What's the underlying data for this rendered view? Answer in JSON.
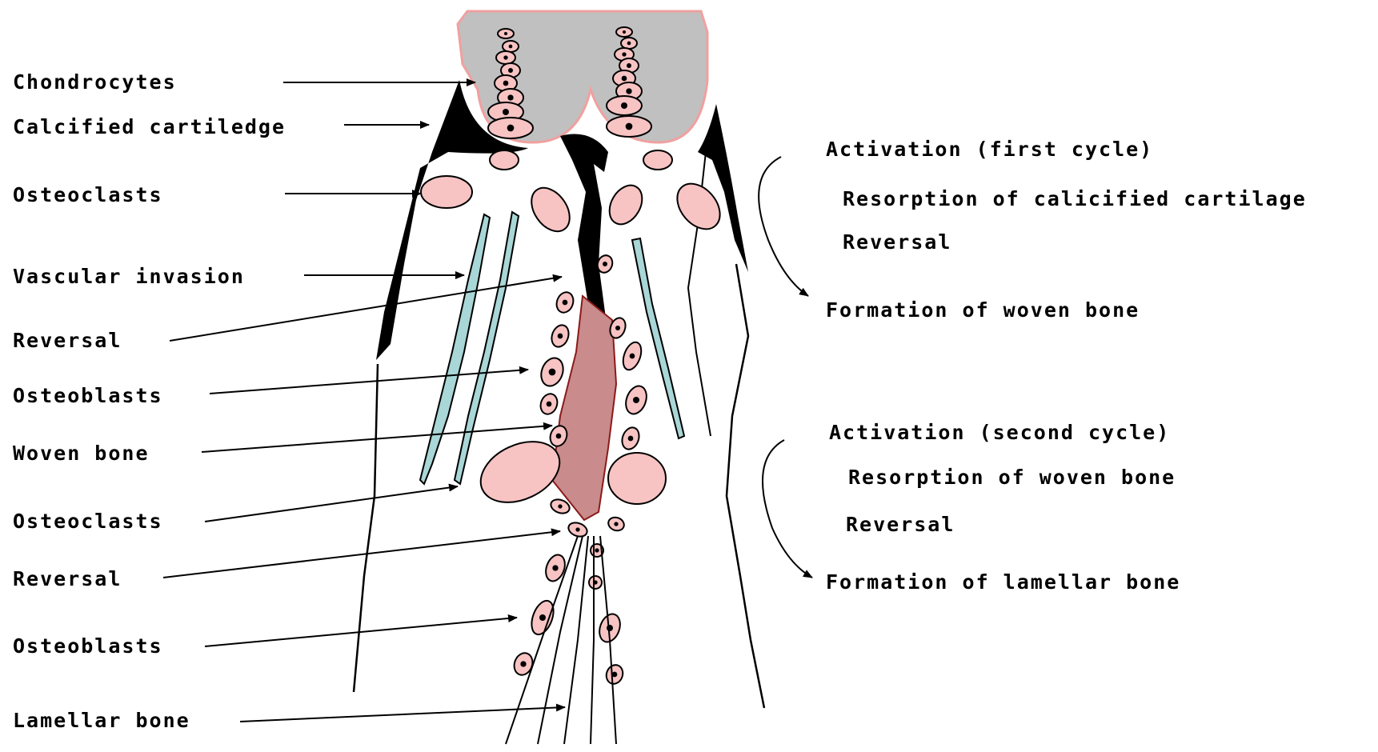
{
  "left_labels": {
    "chondrocytes": "Chondrocytes",
    "calcified_cartilage": "Calcified cartiledge",
    "osteoclasts_1": "Osteoclasts",
    "vascular_invasion": "Vascular invasion",
    "reversal_1": "Reversal",
    "osteoblasts_1": "Osteoblasts",
    "woven_bone": "Woven bone",
    "osteoclasts_2": "Osteoclasts",
    "reversal_2": "Reversal",
    "osteoblasts_2": "Osteoblasts",
    "lamellar_bone": "Lamellar bone"
  },
  "first_cycle": {
    "activation": "Activation (first cycle)",
    "resorption": "Resorption of calicified cartilage",
    "reversal": "Reversal",
    "formation": "Formation of woven bone"
  },
  "second_cycle": {
    "activation": "Activation (second cycle)",
    "resorption": "Resorption of woven bone",
    "reversal": "Reversal",
    "formation": "Formation of lamellar bone"
  },
  "colors": {
    "cartilage": "#c0c0c0",
    "cell_pink": "#f7c3c3",
    "woven_bone": "#c98b8b",
    "vessel": "#a9d6d6",
    "outline": "#000000"
  }
}
